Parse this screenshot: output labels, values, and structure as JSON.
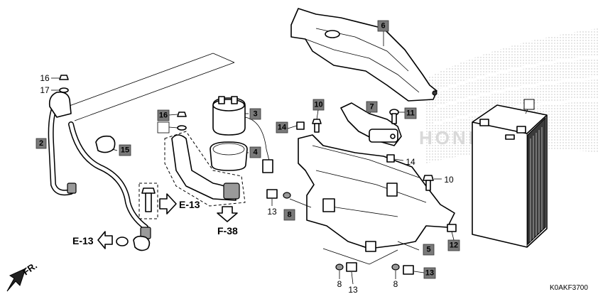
{
  "diagram": {
    "code": "K0AKF3700",
    "front_label": "FR.",
    "refs": {
      "e13_top": "E-13",
      "e13_left": "E-13",
      "f38": "F-38"
    },
    "callouts": {
      "c2": "2",
      "c3": "3",
      "c4": "4",
      "c5": "5",
      "c6": "6",
      "c7": "7",
      "c8a": "8",
      "c8b": "8",
      "c8c": "8",
      "c10a": "10",
      "c10b": "10",
      "c11": "11",
      "c12": "12",
      "c13a": "13",
      "c13b": "13",
      "c13c": "13",
      "c14a": "14",
      "c14b": "14",
      "c15": "15",
      "c16a": "16",
      "c16b": "16",
      "c17a": "17"
    }
  }
}
